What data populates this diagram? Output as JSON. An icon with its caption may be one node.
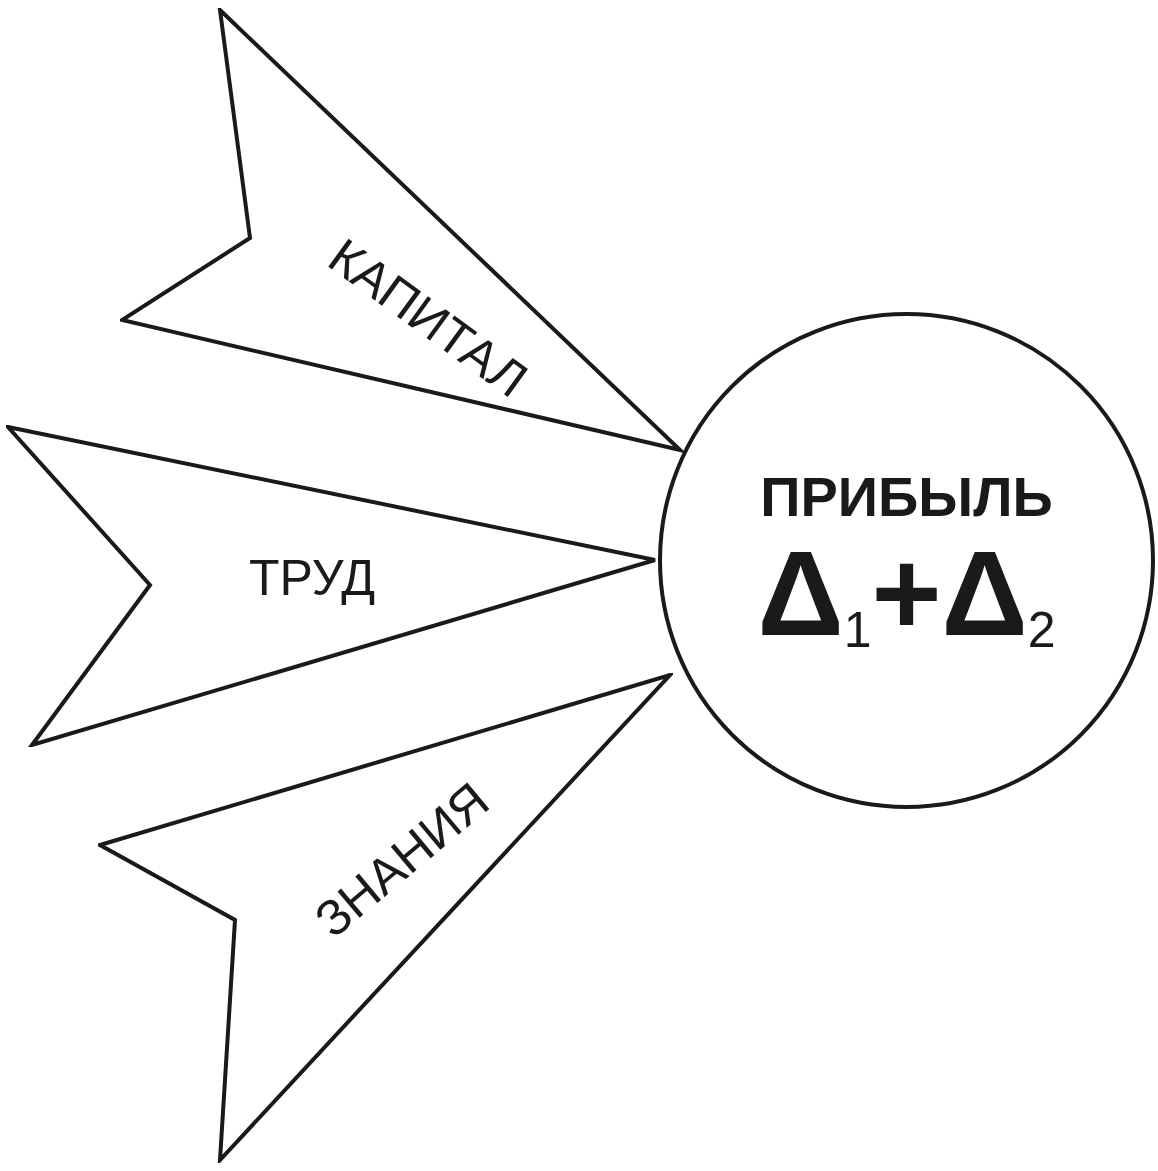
{
  "diagram": {
    "nodes": [
      {
        "text": [
          "КАПИТАЛ"
        ]
      },
      {
        "text": [
          "ТРУД"
        ]
      },
      {
        "text": [
          "ЗНАНИЯ"
        ]
      },
      {
        "text": [
          "ПРИБЫЛЬ",
          "Δ$_{1}$+Δ$_{2}$"
        ]
      }
    ]
  }
}
